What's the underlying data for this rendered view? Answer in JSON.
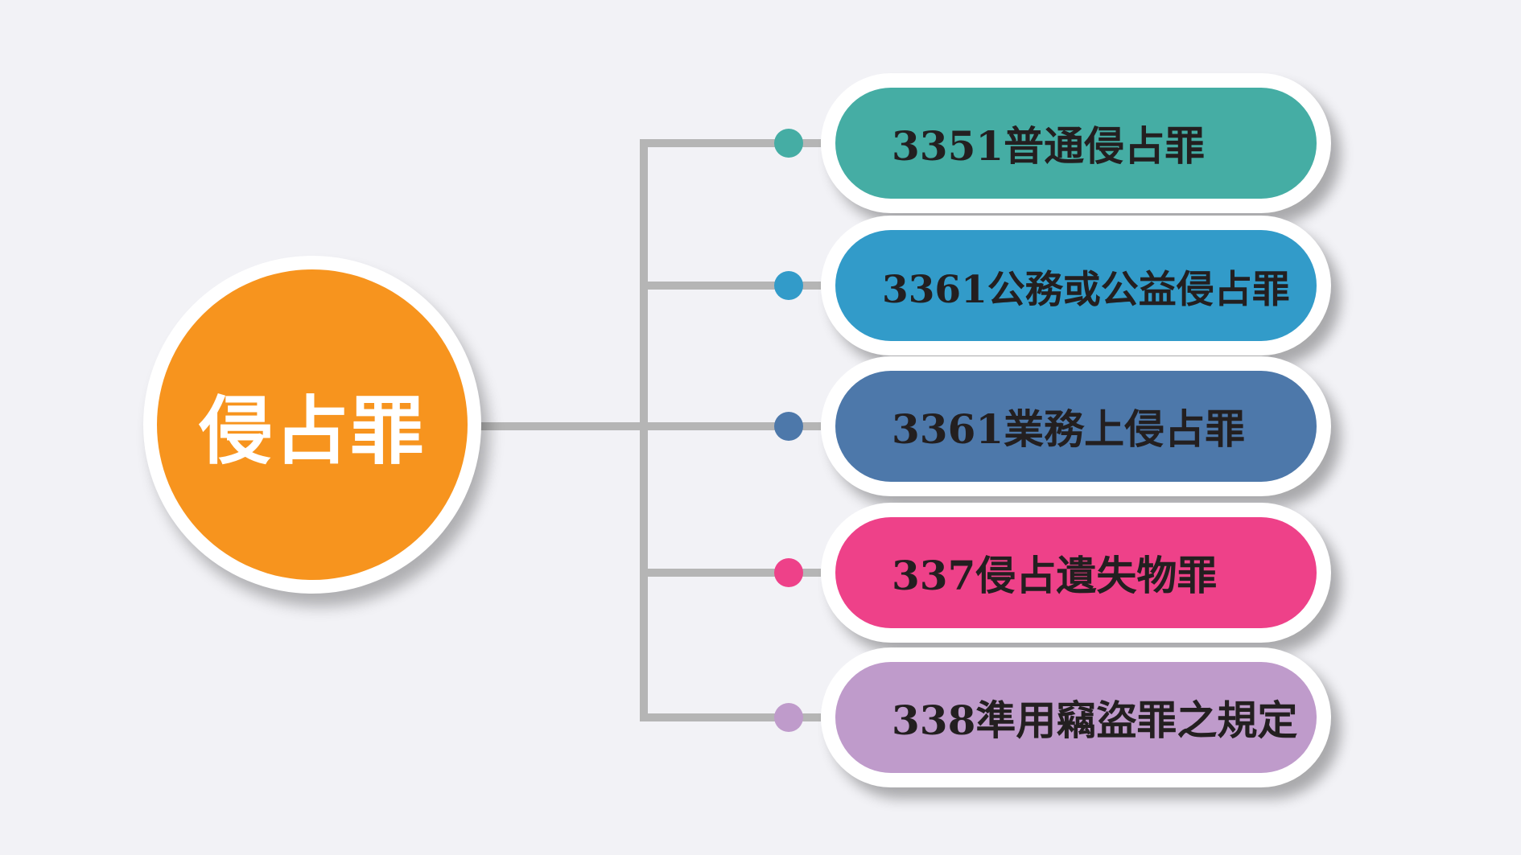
{
  "hub": {
    "label": "侵占罪",
    "color": "#f7941e"
  },
  "branches": [
    {
      "label": "3351普通侵占罪",
      "color": "#45ada4"
    },
    {
      "label": "3361公務或公益侵占罪",
      "color": "#329bc9"
    },
    {
      "label": "3361業務上侵占罪",
      "color": "#4d78aa"
    },
    {
      "label": "337侵占遺失物罪",
      "color": "#ee4189"
    },
    {
      "label": "338準用竊盜罪之規定",
      "color": "#bf9bcb"
    }
  ],
  "connector_color": "#b5b5b5"
}
